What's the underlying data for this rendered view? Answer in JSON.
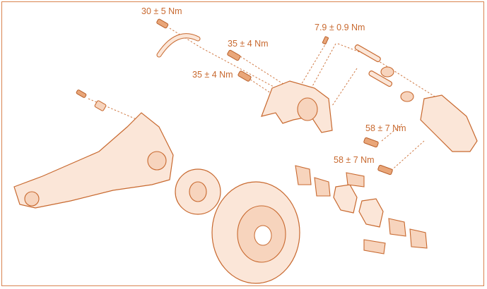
{
  "diagram": {
    "title": "Rear brake assembly exploded view",
    "accent_color": "#c8692f",
    "torque_labels": [
      {
        "id": "brake-hose-bolt",
        "text": "30 ± 5 Nm"
      },
      {
        "id": "caliper-bolt-upper",
        "text": "35 ± 4 Nm"
      },
      {
        "id": "caliper-bolt-lower",
        "text": "35 ± 4 Nm"
      },
      {
        "id": "bleeder-screw",
        "text": "7.9 ± 0.9 Nm"
      },
      {
        "id": "bracket-bolt-upper",
        "text": "58 ± 7 Nm"
      },
      {
        "id": "bracket-bolt-lower",
        "text": "58 ± 7 Nm"
      }
    ]
  }
}
